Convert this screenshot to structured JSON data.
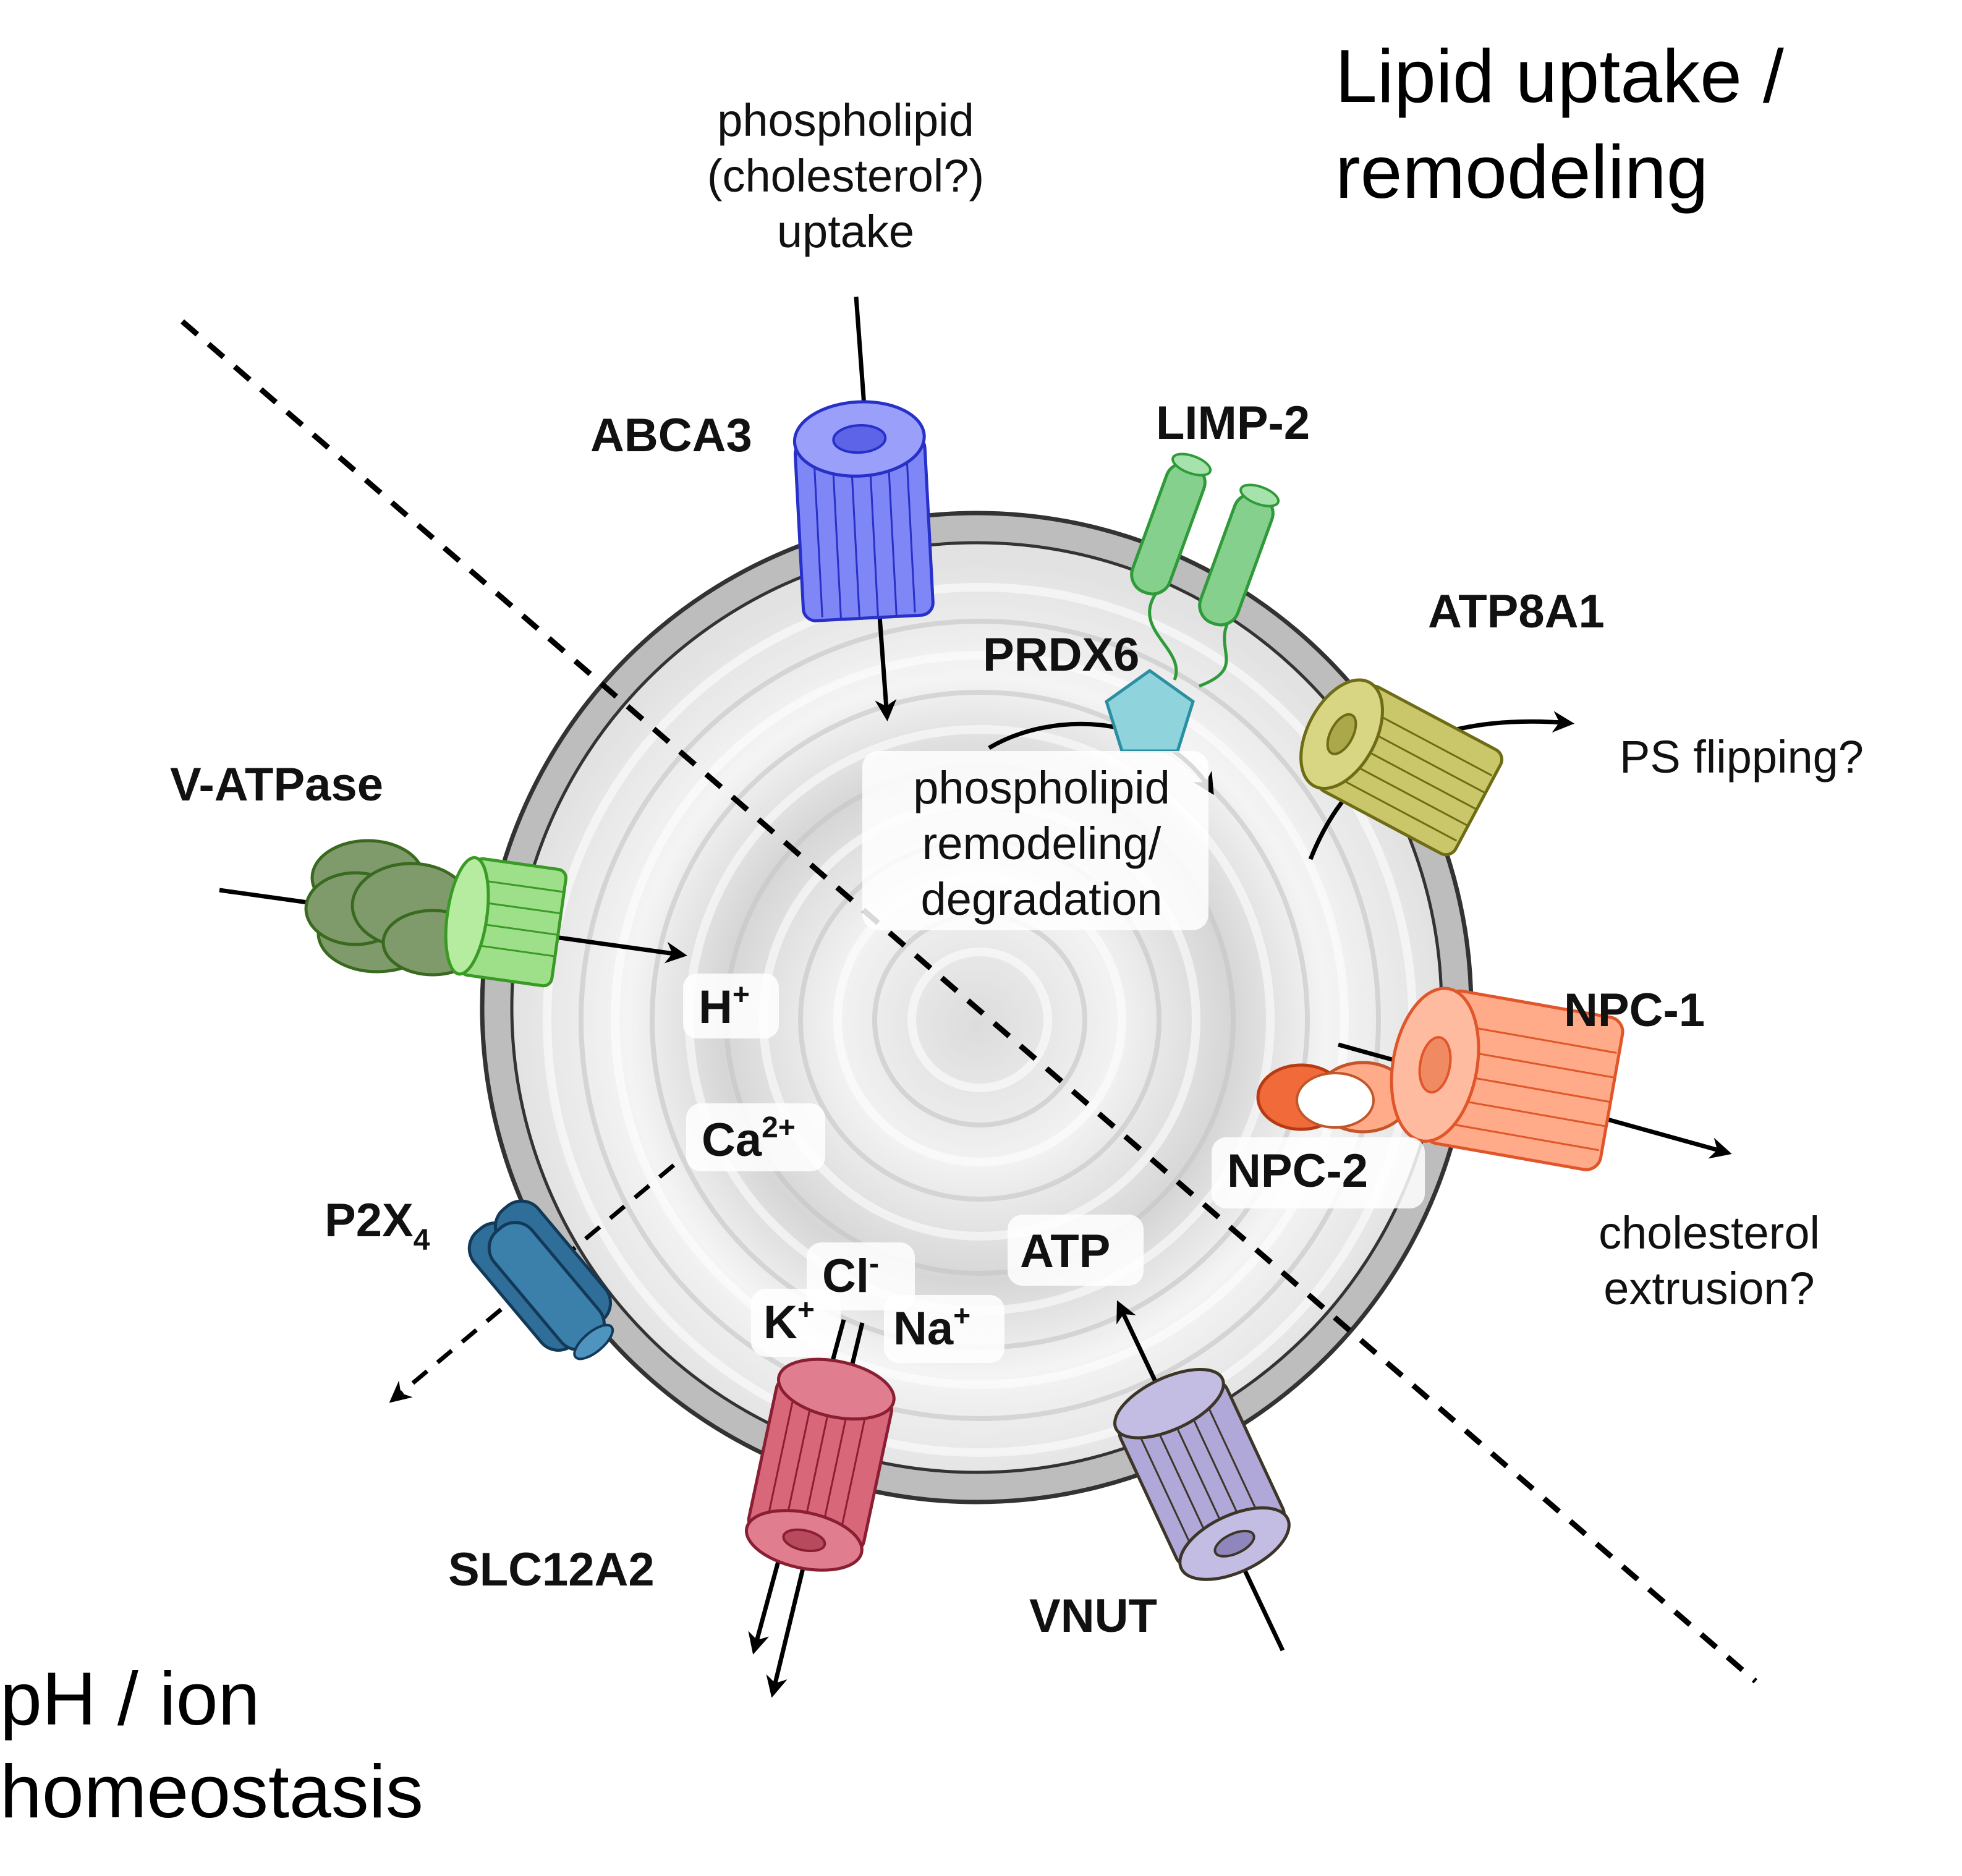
{
  "titles": {
    "lipid_line1": "Lipid uptake /",
    "lipid_line2": "remodeling",
    "ph_line1": "pH / ion",
    "ph_line2": "homeostasis"
  },
  "proteins": {
    "abca3": "ABCA3",
    "limp2": "LIMP-2",
    "prdx6": "PRDX6",
    "atp8a1": "ATP8A1",
    "vatpase": "V-ATPase",
    "npc1": "NPC-1",
    "npc2": "NPC-2",
    "p2x4_main": "P2X",
    "p2x4_sub": "4",
    "slc12a2": "SLC12A2",
    "vnut": "VNUT"
  },
  "notes": {
    "uptake_line1": "phospholipid",
    "uptake_line2": "(cholesterol?)",
    "uptake_line3": "uptake",
    "remodel_line1": "phospholipid",
    "remodel_line2": "remodeling/",
    "remodel_line3": "degradation",
    "ps_flipping": "PS flipping?",
    "chol_line1": "cholesterol",
    "chol_line2": "extrusion?"
  },
  "ions": {
    "h_base": "H",
    "h_sup": "+",
    "ca_base": "Ca",
    "ca_sup": "2+",
    "cl_base": "Cl",
    "cl_sup": "-",
    "k_base": "K",
    "k_sup": "+",
    "na_base": "Na",
    "na_sup": "+",
    "atp": "ATP"
  },
  "colors": {
    "abca3": "#7f86f5",
    "limp2": "#86d08e",
    "prdx6": "#8fd3dc",
    "atp8a1": "#c9c76a",
    "vatpase_v0": "#9ee08a",
    "vatpase_v1": "#7f9b6c",
    "npc1": "#ffaa88",
    "npc2": "#f06a3a",
    "p2x4": "#2f6e98",
    "slc12a2": "#d9677a",
    "vnut": "#b0a8d8",
    "membrane": "#bdbdbd"
  }
}
